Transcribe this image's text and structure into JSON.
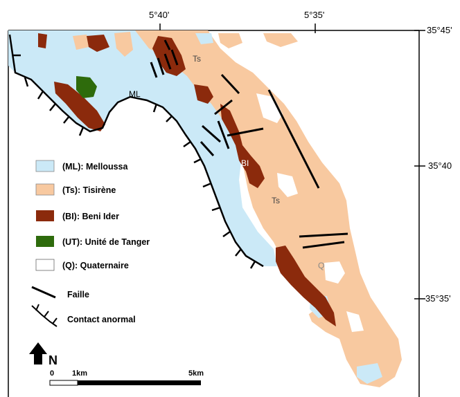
{
  "coordinates": {
    "top_left": "5°40'",
    "top_right": "5°35'",
    "right_top": "35°45'",
    "right_mid": "35°40",
    "right_low": "35°35'"
  },
  "labels": {
    "ml": "ML",
    "ts_north": "Ts",
    "bi": "BI",
    "ts_south": "Ts",
    "q": "Q"
  },
  "legend": [
    {
      "id": "ml",
      "text": "(ML): Melloussa",
      "color": "#cbe9f7"
    },
    {
      "id": "ts",
      "text": "(Ts): Tisirène",
      "color": "#f8c9a0"
    },
    {
      "id": "bi",
      "text": "(BI): Beni Ider",
      "color": "#8b2a0c"
    },
    {
      "id": "ut",
      "text": "(UT): Unité de Tanger",
      "color": "#2e6b0c"
    },
    {
      "id": "q",
      "text": "(Q): Quaternaire",
      "color": "#ffffff"
    },
    {
      "id": "faille",
      "text": "Faille"
    },
    {
      "id": "contact",
      "text": "Contact anormal"
    }
  ],
  "north_label": "N",
  "scale": {
    "zero": "0",
    "one": "1km",
    "five": "5km"
  }
}
